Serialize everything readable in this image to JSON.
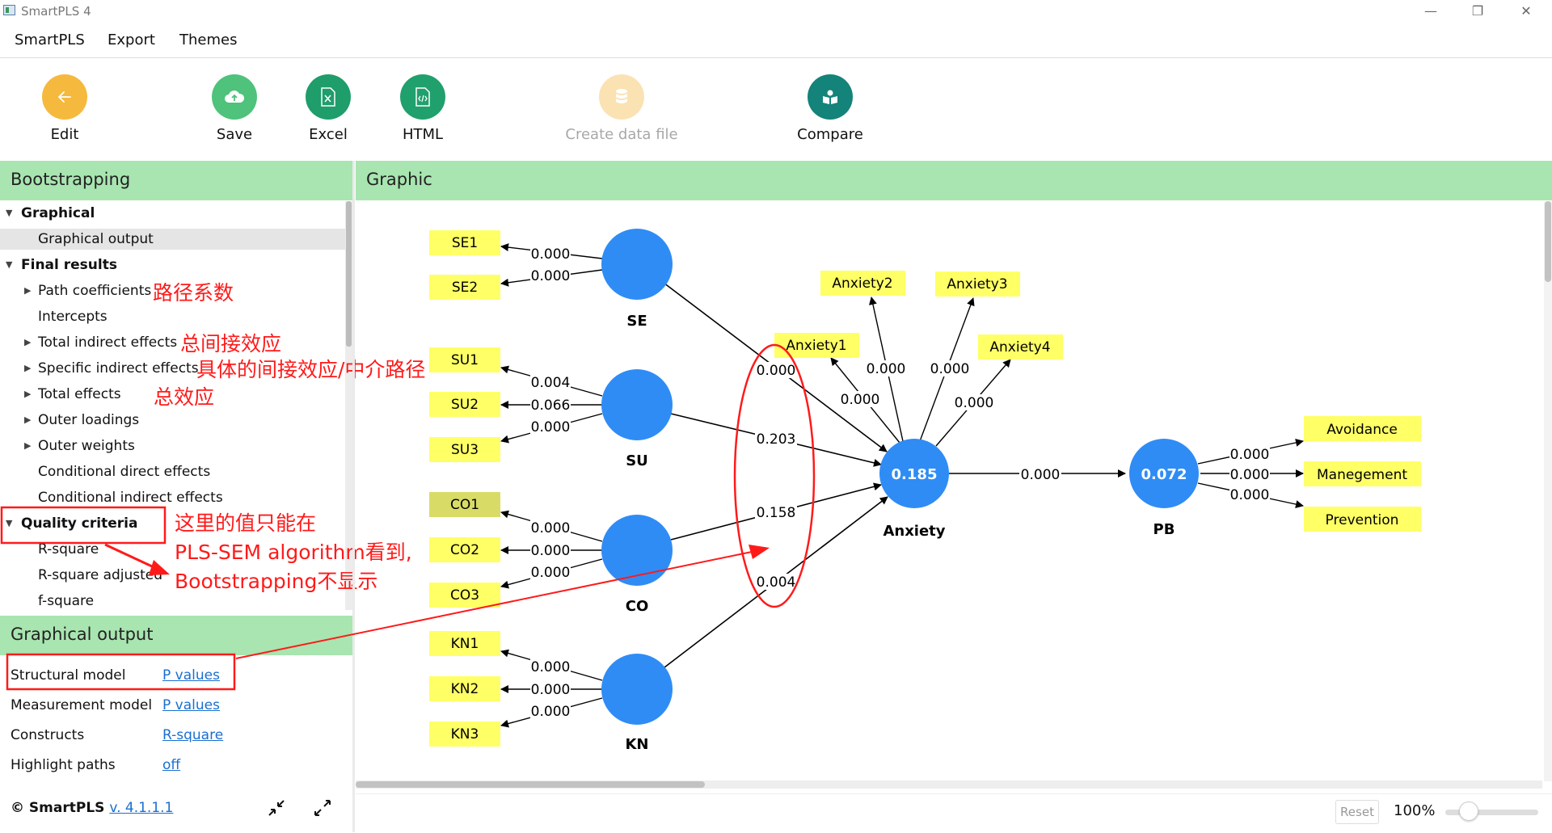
{
  "window": {
    "title": "SmartPLS 4",
    "min": "—",
    "restore": "❐",
    "close": "✕"
  },
  "menu": [
    "SmartPLS",
    "Export",
    "Themes"
  ],
  "toolbar": {
    "edit": "Edit",
    "save": "Save",
    "excel": "Excel",
    "html": "HTML",
    "create_data_file": "Create data file",
    "compare": "Compare",
    "colors": {
      "edit": "#f5b93e",
      "save": "#4fc27b",
      "excel": "#1f9d6b",
      "html": "#20a06c",
      "create": "#fbe2b3",
      "compare": "#14837a"
    }
  },
  "left_panel": {
    "header": "Bootstrapping",
    "tree": [
      {
        "label": "Graphical",
        "bold": true,
        "expander": "▼"
      },
      {
        "label": "Graphical output",
        "selected": true
      },
      {
        "label": "Final results",
        "bold": true,
        "expander": "▼"
      },
      {
        "label": "Path coefficients",
        "expander": "▶"
      },
      {
        "label": "Intercepts"
      },
      {
        "label": "Total indirect effects",
        "expander": "▶"
      },
      {
        "label": "Specific indirect effects",
        "expander": "▶"
      },
      {
        "label": "Total effects",
        "expander": "▶"
      },
      {
        "label": "Outer loadings",
        "expander": "▶"
      },
      {
        "label": "Outer weights",
        "expander": "▶"
      },
      {
        "label": "Conditional direct effects"
      },
      {
        "label": "Conditional indirect effects"
      },
      {
        "label": "Quality criteria",
        "bold": true,
        "expander": "▼"
      },
      {
        "label": "R-square"
      },
      {
        "label": "R-square adjusted"
      },
      {
        "label": "f-square"
      }
    ],
    "notes": {
      "path": "路径系数",
      "total_indirect": "总间接效应",
      "specific": "具体的间接效应/中介路径",
      "total": "总效应",
      "quality_1": "这里的值只能在",
      "quality_2": "PLS-SEM algorithm看到,",
      "quality_3": "Bootstrapping不显示"
    },
    "output_header": "Graphical output",
    "options": [
      {
        "label": "Structural model",
        "value": "P values"
      },
      {
        "label": "Measurement model",
        "value": "P values"
      },
      {
        "label": "Constructs",
        "value": "R-square"
      },
      {
        "label": "Highlight paths",
        "value": "off"
      }
    ],
    "footer": {
      "brand": "© SmartPLS",
      "version": "v. 4.1.1.1"
    }
  },
  "graphic": {
    "header": "Graphic",
    "colors": {
      "construct": "#2f8cf5",
      "indicator": "#ffff66",
      "indicator_selected": "#d8dc66",
      "annotation": "#ff1a1a"
    },
    "constructs": {
      "SE": {
        "label": "SE",
        "value": ""
      },
      "SU": {
        "label": "SU",
        "value": ""
      },
      "CO": {
        "label": "CO",
        "value": ""
      },
      "KN": {
        "label": "KN",
        "value": ""
      },
      "ANX": {
        "label": "Anxiety",
        "value": "0.185"
      },
      "PB": {
        "label": "PB",
        "value": "0.072"
      }
    },
    "indicators": {
      "SE1": "SE1",
      "SE2": "SE2",
      "SU1": "SU1",
      "SU2": "SU2",
      "SU3": "SU3",
      "CO1": "CO1",
      "CO2": "CO2",
      "CO3": "CO3",
      "KN1": "KN1",
      "KN2": "KN2",
      "KN3": "KN3",
      "A1": "Anxiety1",
      "A2": "Anxiety2",
      "A3": "Anxiety3",
      "A4": "Anxiety4",
      "AV": "Avoidance",
      "MG": "Manegement",
      "PR": "Prevention"
    },
    "path_values": {
      "SE1": "0.000",
      "SE2": "0.000",
      "SU1": "0.004",
      "SU2": "0.066",
      "SU3": "0.000",
      "CO1": "0.000",
      "CO2": "0.000",
      "CO3": "0.000",
      "KN1": "0.000",
      "KN2": "0.000",
      "KN3": "0.000",
      "A1": "0.000",
      "A2": "0.000",
      "A3": "0.000",
      "A4": "0.000",
      "SE_ANX": "0.000",
      "SU_ANX": "0.203",
      "CO_ANX": "0.158",
      "KN_ANX": "0.004",
      "ANX_PB": "0.000",
      "AV": "0.000",
      "MG": "0.000",
      "PR": "0.000"
    }
  },
  "bottom": {
    "reset": "Reset",
    "zoom": "100%"
  }
}
